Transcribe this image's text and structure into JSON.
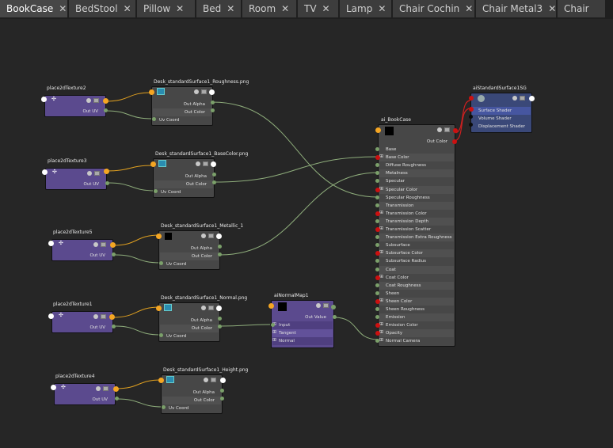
{
  "tabs": [
    {
      "label": "BookCase",
      "close": "✕",
      "active": true
    },
    {
      "label": "BedStool",
      "close": "✕",
      "active": false
    },
    {
      "label": "Pillow",
      "close": "✕",
      "active": false
    },
    {
      "label": "Bed",
      "close": "✕",
      "active": false
    },
    {
      "label": "Room",
      "close": "✕",
      "active": false
    },
    {
      "label": "TV",
      "close": "✕",
      "active": false
    },
    {
      "label": "Lamp",
      "close": "✕",
      "active": false
    },
    {
      "label": "Chair Cochin",
      "close": "✕",
      "active": false
    },
    {
      "label": "Chair Metal3",
      "close": "✕",
      "active": false
    },
    {
      "label": "Chair",
      "close": "",
      "active": false
    }
  ],
  "colors": {
    "orange_port": "#f5a623",
    "wire_orange": "#e0a020",
    "wire_green": "#8fae7c",
    "wire_red": "#cc2020",
    "place2d_body": "#5b4a8e",
    "file_body": "#474747",
    "sg_body": "#3a4878"
  },
  "nodes": {
    "p2d_2": {
      "title": "place2dTexture2",
      "out": "Out UV"
    },
    "p2d_3": {
      "title": "place2dTexture3",
      "out": "Out UV"
    },
    "p2d_5": {
      "title": "place2dTexture5",
      "out": "Out UV"
    },
    "p2d_1": {
      "title": "place2dTexture1",
      "out": "Out UV"
    },
    "p2d_4": {
      "title": "place2dTexture4",
      "out": "Out UV"
    },
    "f_rough": {
      "title": "Desk_standardSurface1_Roughness.png",
      "out_alpha": "Out Alpha",
      "out_color": "Out Color",
      "uv": "Uv Coord"
    },
    "f_base": {
      "title": "Desk_standardSurface1_BaseColor.png",
      "out_alpha": "Out Alpha",
      "out_color": "Out Color",
      "uv": "Uv Coord"
    },
    "f_metal": {
      "title": "Desk_standardSurface1_Metallic_1",
      "out_alpha": "Out Alpha",
      "out_color": "Out Color",
      "uv": "Uv Coord"
    },
    "f_normal": {
      "title": "Desk_standardSurface1_Normal.png",
      "out_alpha": "Out Alpha",
      "out_color": "Out Color",
      "uv": "Uv Coord"
    },
    "f_height": {
      "title": "Desk_standardSurface1_Height.png",
      "out_alpha": "Out Alpha",
      "out_color": "Out Color",
      "uv": "Uv Coord"
    },
    "nm": {
      "title": "aiNormalMap1",
      "out": "Out Value",
      "inputs": [
        "Input",
        "Tangent",
        "Normal"
      ]
    },
    "shader": {
      "title": "ai_BookCase",
      "out": "Out Color",
      "attrs": [
        "Base",
        "Base Color",
        "Diffuse Roughness",
        "Metalness",
        "Specular",
        "Specular Color",
        "Specular Roughness",
        "Transmission",
        "Transmission Color",
        "Transmission Depth",
        "Transmission Scatter",
        "Transmission Extra Roughness",
        "Subsurface",
        "Subsurface Color",
        "Subsurface Radius",
        "Coat",
        "Coat Color",
        "Coat Roughness",
        "Sheen",
        "Sheen Color",
        "Sheen Roughness",
        "Emission",
        "Emission Color",
        "Opacity",
        "Normal Camera"
      ]
    },
    "sg": {
      "title": "aiStandardSurface1SG",
      "rows": [
        "Surface Shader",
        "Volume Shader",
        "Displacement Shader"
      ]
    }
  }
}
